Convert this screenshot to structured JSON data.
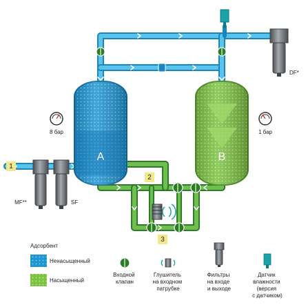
{
  "colors": {
    "pipe_blue": "#2aa3d8",
    "pipe_green": "#3f9a3a",
    "tower_blue": "#1b8fcf",
    "tower_green": "#7cc243",
    "badge_yellow": "#f4e98a",
    "gray_component": "#6f7378",
    "sensor_teal": "#1aa3a8"
  },
  "tower_a": {
    "label": "A",
    "pressure": "8 бар"
  },
  "tower_b": {
    "label": "B",
    "pressure": "1 бар"
  },
  "filters": {
    "mf_label": "MF**",
    "sf_label": "SF",
    "df_label": "DF*"
  },
  "badges": {
    "inlet": "1",
    "valves": "2",
    "silencer": "3"
  },
  "legend": {
    "title": "Адсорбент",
    "unsaturated": "Ненасыщенный",
    "saturated": "Насыщенный",
    "items": {
      "inlet_valve": {
        "line1": "Входной",
        "line2": "клапан",
        "icon": "valve-icon"
      },
      "silencer": {
        "line1": "Глушитель",
        "line2": "на входном",
        "line3": "патрубке",
        "icon": "silencer-icon"
      },
      "filters": {
        "line1": "Фильтры",
        "line2": "на входе",
        "line3": "и выходе",
        "icon": "filter-icon"
      },
      "sensor": {
        "line1": "Датчик",
        "line2": "влажности",
        "line3": "(версия",
        "line4": "с датчиком)",
        "icon": "humidity-sensor-icon"
      }
    }
  }
}
